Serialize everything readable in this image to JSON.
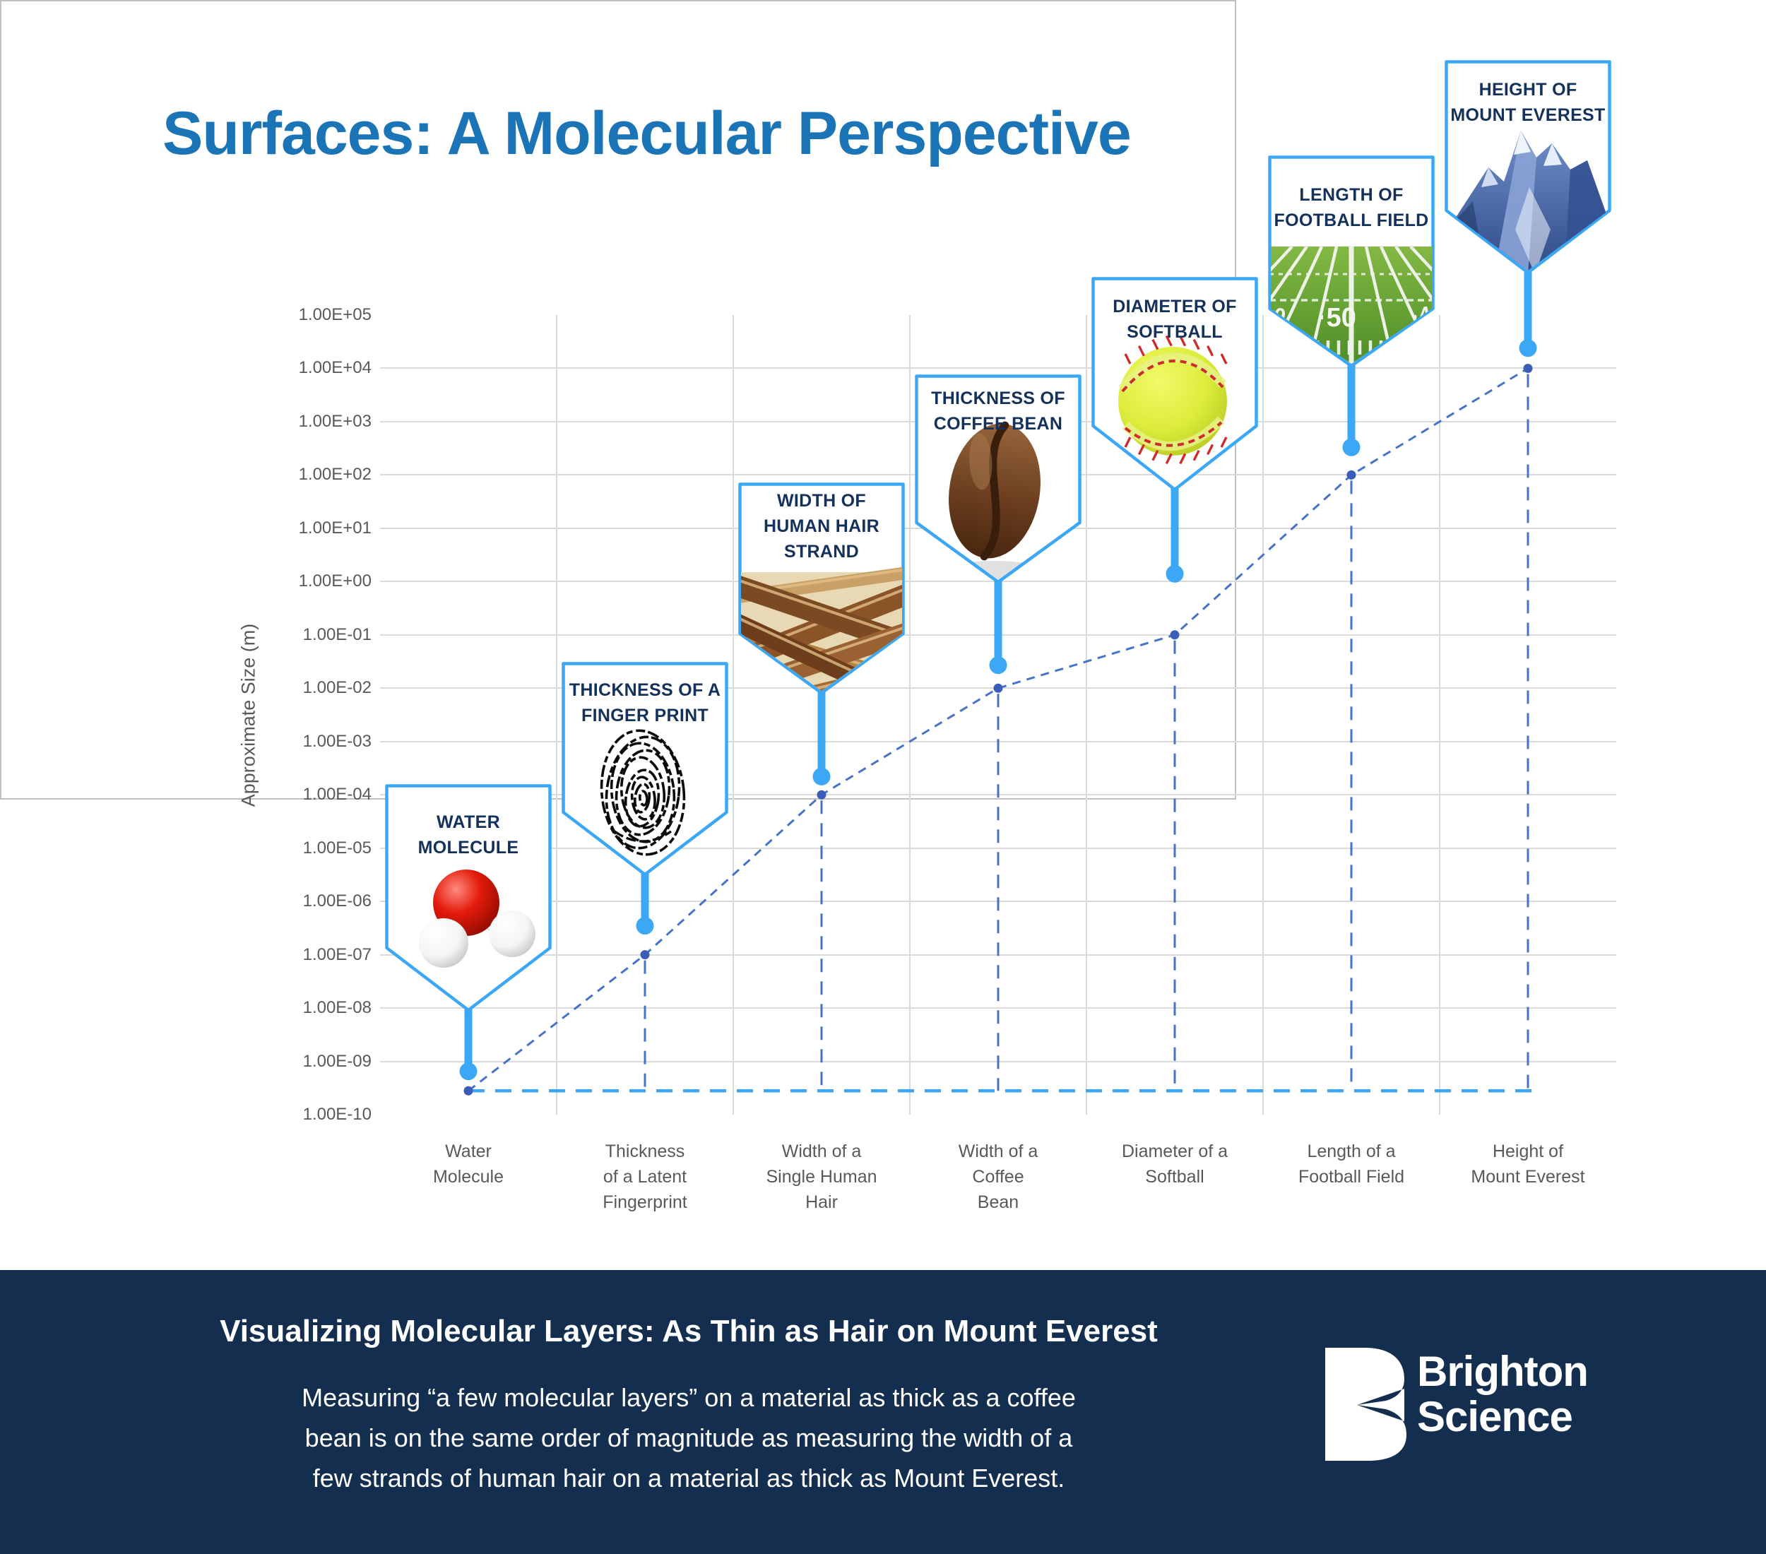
{
  "title": "Surfaces: A Molecular Perspective",
  "colors": {
    "title_blue": "#1B74B6",
    "accent_cyan": "#3BA7F5",
    "callout_title_navy": "#14315B",
    "trend_line_blue": "#4673C8",
    "data_dot_navy": "#3A5EB8",
    "footer_background_navy": "#132E4E",
    "axis_text_gray": "#595959",
    "gridline_gray": "#DADADA"
  },
  "chart_data": {
    "type": "scatter",
    "title": "Surfaces: A Molecular Perspective",
    "xlabel": "",
    "ylabel": "Approximate Size (m)",
    "y_scale": "log10",
    "ylim_log10": [
      -10,
      5
    ],
    "grid": true,
    "legend": "none",
    "y_axis_ticks": [
      "1.00E+05",
      "1.00E+04",
      "1.00E+03",
      "1.00E+02",
      "1.00E+01",
      "1.00E+00",
      "1.00E-01",
      "1.00E-02",
      "1.00E-03",
      "1.00E-04",
      "1.00E-05",
      "1.00E-06",
      "1.00E-07",
      "1.00E-08",
      "1.00E-09",
      "1.00E-10"
    ],
    "series_notes": "Navy dots = approximate size of each object in meters (dashed navy trend polyline). Cyan dots = callout pointer endpoints. Cyan dashed baseline at water-molecule size spans all categories; navy dashed vertical droplines connect each data point to that baseline.",
    "baseline_value_m": 2.8e-10,
    "categories": [
      {
        "id": "water",
        "axis_label_lines": [
          "Water",
          "Molecule"
        ],
        "callout_title_lines": [
          "WATER",
          "MOLECULE"
        ],
        "value_m": 2.8e-10,
        "pointer_dot_value_m": 6.5e-10,
        "image": "water-molecule"
      },
      {
        "id": "fingerprint",
        "axis_label_lines": [
          "Thickness",
          "of a Latent",
          "Fingerprint"
        ],
        "callout_title_lines": [
          "THICKNESS OF A",
          "FINGER PRINT"
        ],
        "value_m": 1e-07,
        "pointer_dot_value_m": 3.5e-07,
        "image": "fingerprint"
      },
      {
        "id": "hair",
        "axis_label_lines": [
          "Width of a",
          "Single Human",
          "Hair"
        ],
        "callout_title_lines": [
          "WIDTH OF",
          "HUMAN HAIR",
          "STRAND"
        ],
        "value_m": 0.0001,
        "pointer_dot_value_m": 0.00022,
        "image": "human-hair-strands"
      },
      {
        "id": "coffee",
        "axis_label_lines": [
          "Width of a",
          "Coffee",
          "Bean"
        ],
        "callout_title_lines": [
          "THICKNESS OF",
          "COFFEE BEAN"
        ],
        "value_m": 0.01,
        "pointer_dot_value_m": 0.027,
        "image": "coffee-bean"
      },
      {
        "id": "softball",
        "axis_label_lines": [
          "Diameter of a",
          "Softball"
        ],
        "callout_title_lines": [
          "DIAMETER OF",
          "SOFTBALL"
        ],
        "value_m": 0.1,
        "pointer_dot_value_m": 1.4,
        "image": "softball"
      },
      {
        "id": "football",
        "axis_label_lines": [
          "Length of a",
          "Football Field"
        ],
        "callout_title_lines": [
          "LENGTH OF",
          "FOOTBALL FIELD"
        ],
        "value_m": 100.0,
        "pointer_dot_value_m": 330.0,
        "image": "football-field"
      },
      {
        "id": "everest",
        "axis_label_lines": [
          "Height of",
          "Mount Everest"
        ],
        "callout_title_lines": [
          "HEIGHT OF",
          "MOUNT EVEREST"
        ],
        "value_m": 10000.0,
        "pointer_dot_value_m": 24000.0,
        "image": "mount-everest"
      }
    ]
  },
  "footer": {
    "heading": "Visualizing Molecular Layers: As Thin as Hair on Mount Everest",
    "body_lines": [
      "Measuring “a few molecular layers” on a material as thick as a coffee",
      "bean is on the same order of magnitude as measuring the width of a",
      "few strands of human hair on a material as thick as Mount Everest."
    ],
    "logo": {
      "word1": "Brighton",
      "word2": "Science"
    }
  }
}
